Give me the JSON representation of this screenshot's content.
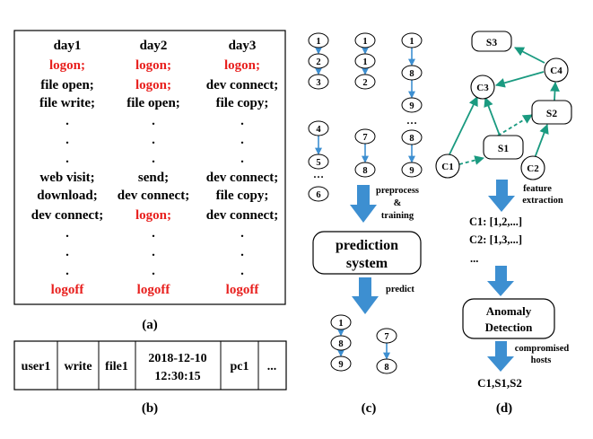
{
  "panel_a": {
    "columns": [
      {
        "header": "day1",
        "events": [
          {
            "text": "logon;",
            "color": "red"
          },
          {
            "text": "file open;",
            "color": "black"
          },
          {
            "text": "file write;",
            "color": "black"
          },
          {
            "text": ".",
            "color": "black"
          },
          {
            "text": ".",
            "color": "black"
          },
          {
            "text": ".",
            "color": "black"
          },
          {
            "text": "web visit;",
            "color": "black"
          },
          {
            "text": "download;",
            "color": "black"
          },
          {
            "text": "dev connect;",
            "color": "black"
          },
          {
            "text": ".",
            "color": "black"
          },
          {
            "text": ".",
            "color": "black"
          },
          {
            "text": ".",
            "color": "black"
          },
          {
            "text": "logoff",
            "color": "red"
          }
        ]
      },
      {
        "header": "day2",
        "events": [
          {
            "text": "logon;",
            "color": "red"
          },
          {
            "text": "logon;",
            "color": "red"
          },
          {
            "text": "file open;",
            "color": "black"
          },
          {
            "text": ".",
            "color": "black"
          },
          {
            "text": ".",
            "color": "black"
          },
          {
            "text": ".",
            "color": "black"
          },
          {
            "text": "send;",
            "color": "black"
          },
          {
            "text": "dev connect;",
            "color": "black"
          },
          {
            "text": "logon;",
            "color": "red"
          },
          {
            "text": ".",
            "color": "black"
          },
          {
            "text": ".",
            "color": "black"
          },
          {
            "text": ".",
            "color": "black"
          },
          {
            "text": "logoff",
            "color": "red"
          }
        ]
      },
      {
        "header": "day3",
        "events": [
          {
            "text": "logon;",
            "color": "red"
          },
          {
            "text": "dev connect;",
            "color": "black"
          },
          {
            "text": "file copy;",
            "color": "black"
          },
          {
            "text": ".",
            "color": "black"
          },
          {
            "text": ".",
            "color": "black"
          },
          {
            "text": ".",
            "color": "black"
          },
          {
            "text": "dev connect;",
            "color": "black"
          },
          {
            "text": "file copy;",
            "color": "black"
          },
          {
            "text": "dev connect;",
            "color": "black"
          },
          {
            "text": ".",
            "color": "black"
          },
          {
            "text": ".",
            "color": "black"
          },
          {
            "text": ".",
            "color": "black"
          },
          {
            "text": "logoff",
            "color": "red"
          }
        ]
      }
    ],
    "caption": "(a)"
  },
  "panel_b": {
    "fields": [
      "user1",
      "write",
      "file1",
      "2018-12-10",
      "12:30:15",
      "pc1",
      "..."
    ],
    "caption": "(b)"
  },
  "panel_c": {
    "input_sequences": [
      [
        "1",
        "2",
        "3"
      ],
      [
        "4",
        "5",
        "…",
        "6"
      ],
      [
        "1",
        "1",
        "2"
      ],
      [
        "7",
        "8"
      ],
      [
        "1",
        "8",
        "9",
        "…",
        "8",
        "9"
      ]
    ],
    "arrow1_label": [
      "preprocess",
      "&",
      "training"
    ],
    "system_label": [
      "prediction",
      "system"
    ],
    "arrow2_label": "predict",
    "output_sequences": [
      [
        "1",
        "8",
        "9"
      ],
      [
        "7",
        "8"
      ]
    ],
    "caption": "(c)"
  },
  "panel_d": {
    "nodes": [
      "S3",
      "C4",
      "C3",
      "S2",
      "S1",
      "C1",
      "C2"
    ],
    "arrow1_label": [
      "feature",
      "extraction"
    ],
    "features": [
      "C1: [1,2,...]",
      "C2: [1,3,...]",
      "..."
    ],
    "detector_label": [
      "Anomaly",
      "Detection"
    ],
    "arrow2_label": [
      "compromised",
      "hosts"
    ],
    "result": "C1,S1,S2",
    "edge_color": "#1a9a80",
    "caption": "(d)"
  },
  "colors": {
    "arrow": "#3d8fd1",
    "red_text": "#e8201e"
  }
}
